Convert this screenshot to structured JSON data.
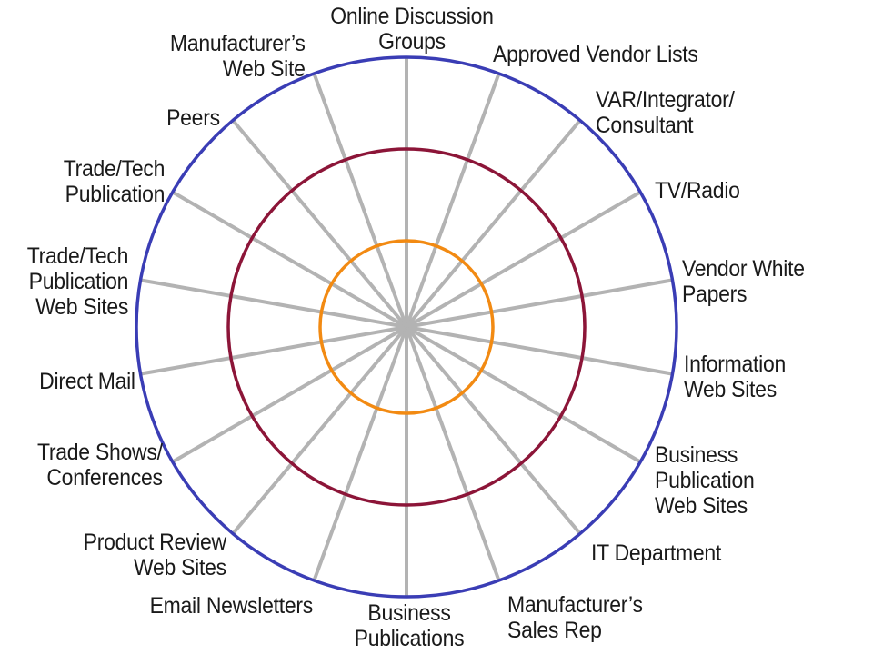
{
  "diagram": {
    "colors": {
      "spoke": "#b3b3b3",
      "outer_ring": "#3a3db5",
      "middle_ring": "#8c1538",
      "inner_ring": "#f28a12",
      "text": "#1a1a1a"
    },
    "labels": [
      {
        "id": "online-discussion-groups",
        "text": "Online Discussion\nGroups"
      },
      {
        "id": "approved-vendor-lists",
        "text": "Approved Vendor Lists"
      },
      {
        "id": "var-integrator-consultant",
        "text": "VAR/Integrator/\nConsultant"
      },
      {
        "id": "tv-radio",
        "text": "TV/Radio"
      },
      {
        "id": "vendor-white-papers",
        "text": "Vendor White\nPapers"
      },
      {
        "id": "information-web-sites",
        "text": "Information\nWeb Sites"
      },
      {
        "id": "business-publication-web-sites",
        "text": "Business\nPublication\nWeb Sites"
      },
      {
        "id": "it-department",
        "text": "IT Department"
      },
      {
        "id": "manufacturers-sales-rep",
        "text": "Manufacturer’s\nSales Rep"
      },
      {
        "id": "business-publications",
        "text": "Business\nPublications"
      },
      {
        "id": "email-newsletters",
        "text": "Email Newsletters"
      },
      {
        "id": "product-review-web-sites",
        "text": "Product Review\nWeb Sites"
      },
      {
        "id": "trade-shows-conferences",
        "text": "Trade Shows/\nConferences"
      },
      {
        "id": "direct-mail",
        "text": "Direct Mail"
      },
      {
        "id": "trade-tech-publication-web-sites",
        "text": "Trade/Tech\nPublication\nWeb Sites"
      },
      {
        "id": "trade-tech-publication",
        "text": "Trade/Tech\nPublication"
      },
      {
        "id": "peers",
        "text": "Peers"
      },
      {
        "id": "manufacturers-web-site",
        "text": "Manufacturer’s\nWeb Site"
      }
    ]
  }
}
